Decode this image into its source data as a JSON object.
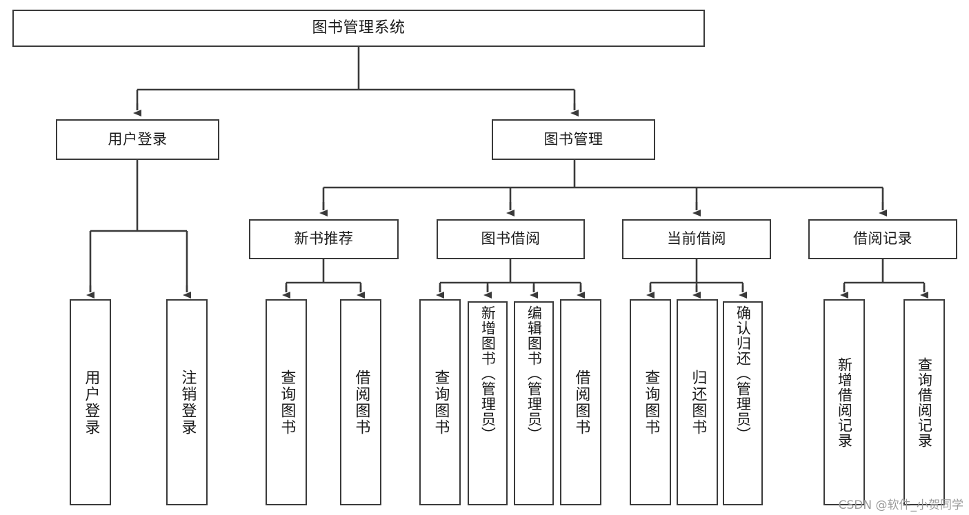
{
  "diagram": {
    "type": "tree-hierarchy",
    "title": "图书管理系统",
    "background": "#ffffff",
    "line_color": "#3a3a3a",
    "box_fill": "#ffffff",
    "text_color": "#1a1a1a"
  },
  "nodes": {
    "root": {
      "label": "图书管理系统"
    },
    "level2": [
      {
        "id": "user-login",
        "label": "用户登录"
      },
      {
        "id": "book-manage",
        "label": "图书管理"
      }
    ],
    "level3": [
      {
        "id": "new-book-rec",
        "label": "新书推荐"
      },
      {
        "id": "book-borrow",
        "label": "图书借阅"
      },
      {
        "id": "current-borrow",
        "label": "当前借阅"
      },
      {
        "id": "borrow-record",
        "label": "借阅记录"
      }
    ],
    "leaves": [
      {
        "id": "leaf-user-login",
        "label": "用户登录",
        "parent": "user-login"
      },
      {
        "id": "leaf-logout",
        "label": "注销登录",
        "parent": "user-login"
      },
      {
        "id": "leaf-query-book-1",
        "label": "查询图书",
        "parent": "new-book-rec"
      },
      {
        "id": "leaf-borrow-book-1",
        "label": "借阅图书",
        "parent": "new-book-rec"
      },
      {
        "id": "leaf-query-book-2",
        "label": "查询图书",
        "parent": "book-borrow"
      },
      {
        "id": "leaf-add-book",
        "label": "新增图书（管理员）",
        "parent": "book-borrow"
      },
      {
        "id": "leaf-edit-book",
        "label": "编辑图书（管理员）",
        "parent": "book-borrow"
      },
      {
        "id": "leaf-borrow-book-2",
        "label": "借阅图书",
        "parent": "book-borrow"
      },
      {
        "id": "leaf-query-book-3",
        "label": "查询图书",
        "parent": "current-borrow"
      },
      {
        "id": "leaf-return-book",
        "label": "归还图书",
        "parent": "current-borrow"
      },
      {
        "id": "leaf-confirm-return",
        "label": "确认归还（管理员）",
        "parent": "current-borrow"
      },
      {
        "id": "leaf-add-record",
        "label": "新增借阅记录",
        "parent": "borrow-record"
      },
      {
        "id": "leaf-query-record",
        "label": "查询借阅记录",
        "parent": "borrow-record"
      }
    ]
  },
  "watermark": {
    "text": "CSDN @软件_小贺同学"
  }
}
